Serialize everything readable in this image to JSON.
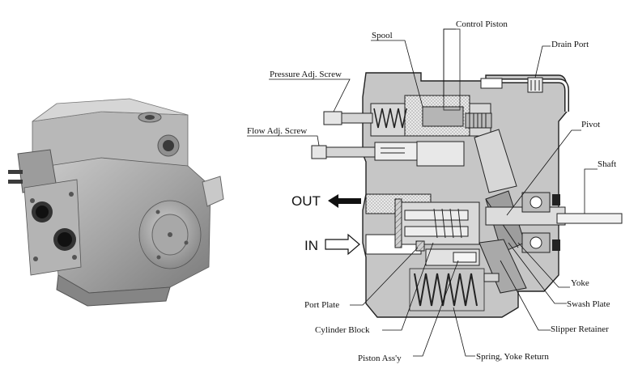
{
  "labels": {
    "spool": "Spool",
    "control_piston": "Control Piston",
    "drain_port": "Drain Port",
    "pressure_adj_screw": "Pressure Adj. Screw",
    "flow_adj_screw": "Flow Adj. Screw",
    "pivot": "Pivot",
    "shaft": "Shaft",
    "out": "OUT",
    "in": "IN",
    "yoke": "Yoke",
    "port_plate": "Port Plate",
    "swash_plate": "Swash Plate",
    "cylinder_block": "Cylinder Block",
    "slipper_retainer": "Slipper Retainer",
    "piston_assy": "Piston Ass'y",
    "spring_yoke_return": "Spring, Yoke Return"
  },
  "colors": {
    "ink": "#111111",
    "housing": "#c9c9c9",
    "housing_dark": "#8e8e8e",
    "photo_body": "#a9a9a9",
    "photo_shadow": "#6f6f6f",
    "photo_light": "#d8d8d8"
  },
  "icons": {
    "out_arrow": "arrow-left-filled-icon",
    "in_arrow": "arrow-right-outline-icon"
  }
}
